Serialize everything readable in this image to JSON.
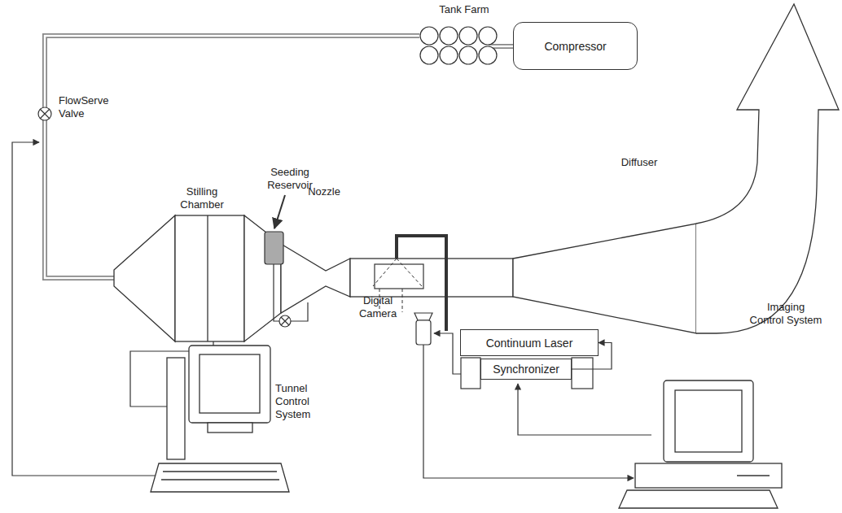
{
  "diagram": {
    "nodes": [
      {
        "text": [
          "Compressor"
        ]
      },
      {
        "text": [
          "Continuum Laser"
        ]
      },
      {
        "text": [
          "Synchronizer"
        ]
      }
    ],
    "edges": [
      {
        "from": 2,
        "to": 1,
        "arrow": "to"
      }
    ],
    "labels": [
      "Tank Farm",
      "FlowServe Valve",
      "Seeding Reservoir",
      "Stilling Chamber",
      "Nozzle",
      "Diffuser",
      "Digital Camera",
      "Tunnel Control System",
      "Imaging Control System"
    ]
  }
}
